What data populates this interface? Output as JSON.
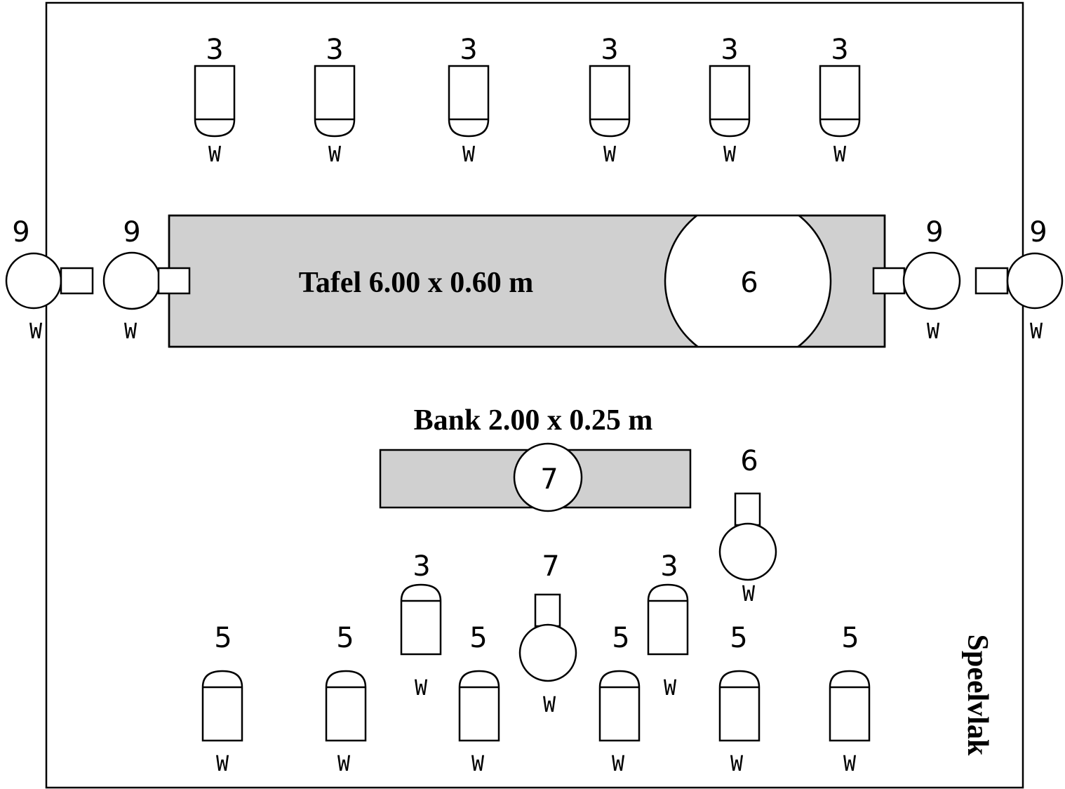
{
  "diagram": {
    "title": "Speelvlak",
    "table_label": "Tafel 6.00 x 0.60 m",
    "bench_label": "Bank 2.00 x 0.25 m",
    "seat_marker": "W",
    "colors": {
      "furniture_fill": "#d0d0d0",
      "line": "#000000",
      "background": "#ffffff"
    },
    "top_chairs": [
      {
        "number": "3",
        "marker": "W"
      },
      {
        "number": "3",
        "marker": "W"
      },
      {
        "number": "3",
        "marker": "W"
      },
      {
        "number": "3",
        "marker": "W"
      },
      {
        "number": "3",
        "marker": "W"
      },
      {
        "number": "3",
        "marker": "W"
      }
    ],
    "side_persons": [
      {
        "number": "9",
        "marker": "W"
      },
      {
        "number": "9",
        "marker": "W"
      },
      {
        "number": "9",
        "marker": "W"
      },
      {
        "number": "9",
        "marker": "W"
      }
    ],
    "table_center": {
      "number": "6"
    },
    "bench_center": {
      "number": "7"
    },
    "standing_person_right": {
      "number": "6",
      "marker": "W"
    },
    "standing_person_center": {
      "number": "7",
      "marker": "W"
    },
    "middle_chairs": [
      {
        "number": "3",
        "marker": "W"
      },
      {
        "number": "3",
        "marker": "W"
      }
    ],
    "bottom_chairs": [
      {
        "number": "5",
        "marker": "W"
      },
      {
        "number": "5",
        "marker": "W"
      },
      {
        "number": "5",
        "marker": "W"
      },
      {
        "number": "5",
        "marker": "W"
      },
      {
        "number": "5",
        "marker": "W"
      },
      {
        "number": "5",
        "marker": "W"
      }
    ]
  }
}
